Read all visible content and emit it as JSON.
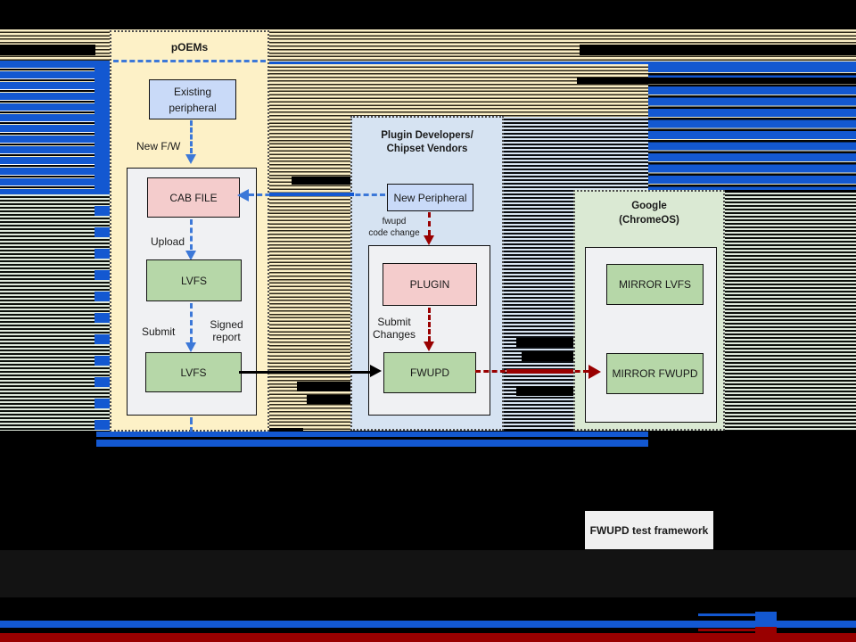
{
  "diagram": {
    "poems": {
      "title": "pOEMs",
      "existing_peripheral_l1": "Existing",
      "existing_peripheral_l2": "peripheral",
      "new_fw_label": "New F/W",
      "cab_file": "CAB FILE",
      "upload_label": "Upload",
      "lvfs_upper": "LVFS",
      "submit_label": "Submit",
      "signed_report_l1": "Signed",
      "signed_report_l2": "report",
      "lvfs_lower": "LVFS"
    },
    "plugin_vendors": {
      "title_l1": "Plugin Developers/",
      "title_l2": "Chipset Vendors",
      "new_peripheral": "New Peripheral",
      "fwupd_change_l1": "fwupd",
      "fwupd_change_l2": "code change",
      "plugin_node": "PLUGIN",
      "submit_changes_l1": "Submit",
      "submit_changes_l2": "Changes",
      "fwupd_node": "FWUPD"
    },
    "google": {
      "title_l1": "Google",
      "title_l2": "(ChromeOS)",
      "mirror_lvfs": "MIRROR LVFS",
      "mirror_fwupd": "MIRROR FWUPD"
    },
    "test_framework_label": "FWUPD test framework",
    "colors": {
      "accent_blue": "#1358d1",
      "dashed_arrow_blue": "#3c78d8",
      "dark_red": "#990000",
      "container_yellow": "#fdf1c7",
      "container_blue": "#d6e3f2",
      "container_green": "#dae9d3",
      "node_blue": "#c9daf8",
      "node_pink": "#f4cccc",
      "node_green": "#b6d7a8",
      "tan_stripe": "#fbefc6",
      "light_blue_stripe": "#d9e5f2",
      "light_green_stripe": "#dfe9dc"
    }
  }
}
